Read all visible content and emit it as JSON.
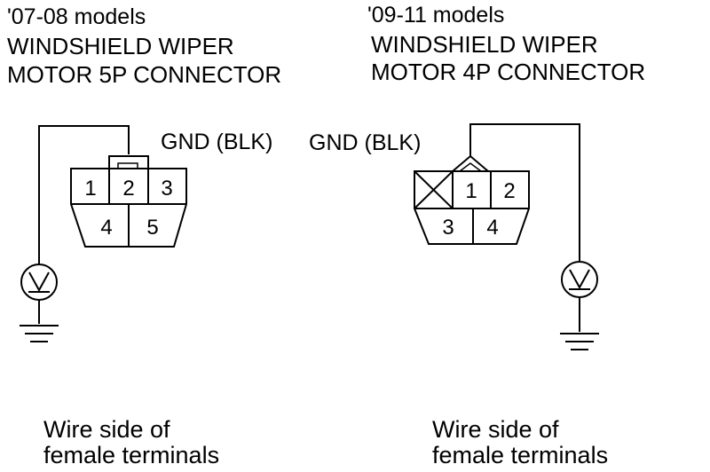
{
  "left": {
    "models": "'07-08 models",
    "title_line1": "WINDSHIELD WIPER",
    "title_line2": "MOTOR 5P CONNECTOR",
    "gnd_label": "GND (BLK)",
    "pins": [
      "1",
      "2",
      "3",
      "4",
      "5"
    ],
    "footer_line1": "Wire side of",
    "footer_line2": "female terminals"
  },
  "right": {
    "models": "'09-11 models",
    "title_line1": "WINDSHIELD WIPER",
    "title_line2": "MOTOR 4P CONNECTOR",
    "gnd_label": "GND (BLK)",
    "pins": [
      "1",
      "2",
      "3",
      "4"
    ],
    "footer_line1": "Wire side of",
    "footer_line2": "female terminals"
  },
  "icons": {
    "voltmeter": "voltmeter-icon",
    "ground": "ground-icon",
    "unused_cavity": "x-cavity-icon"
  }
}
